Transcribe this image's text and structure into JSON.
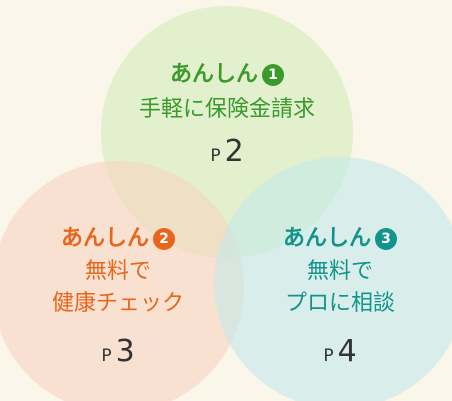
{
  "colors": {
    "background": "#fbf6ea",
    "green": "#3a9a2c",
    "orange": "#e8651d",
    "teal": "#12938c",
    "circle_green": "#ddeec8",
    "circle_orange": "#f8d4c0",
    "circle_teal": "#c3e9ea"
  },
  "items": [
    {
      "heading": "あんしん",
      "number": "1",
      "lines": [
        "手軽に保険金請求"
      ],
      "page_prefix": "P",
      "page": "2"
    },
    {
      "heading": "あんしん",
      "number": "2",
      "lines": [
        "無料で",
        "健康チェック"
      ],
      "page_prefix": "P",
      "page": "3"
    },
    {
      "heading": "あんしん",
      "number": "3",
      "lines": [
        "無料で",
        "プロに相談"
      ],
      "page_prefix": "P",
      "page": "4"
    }
  ]
}
